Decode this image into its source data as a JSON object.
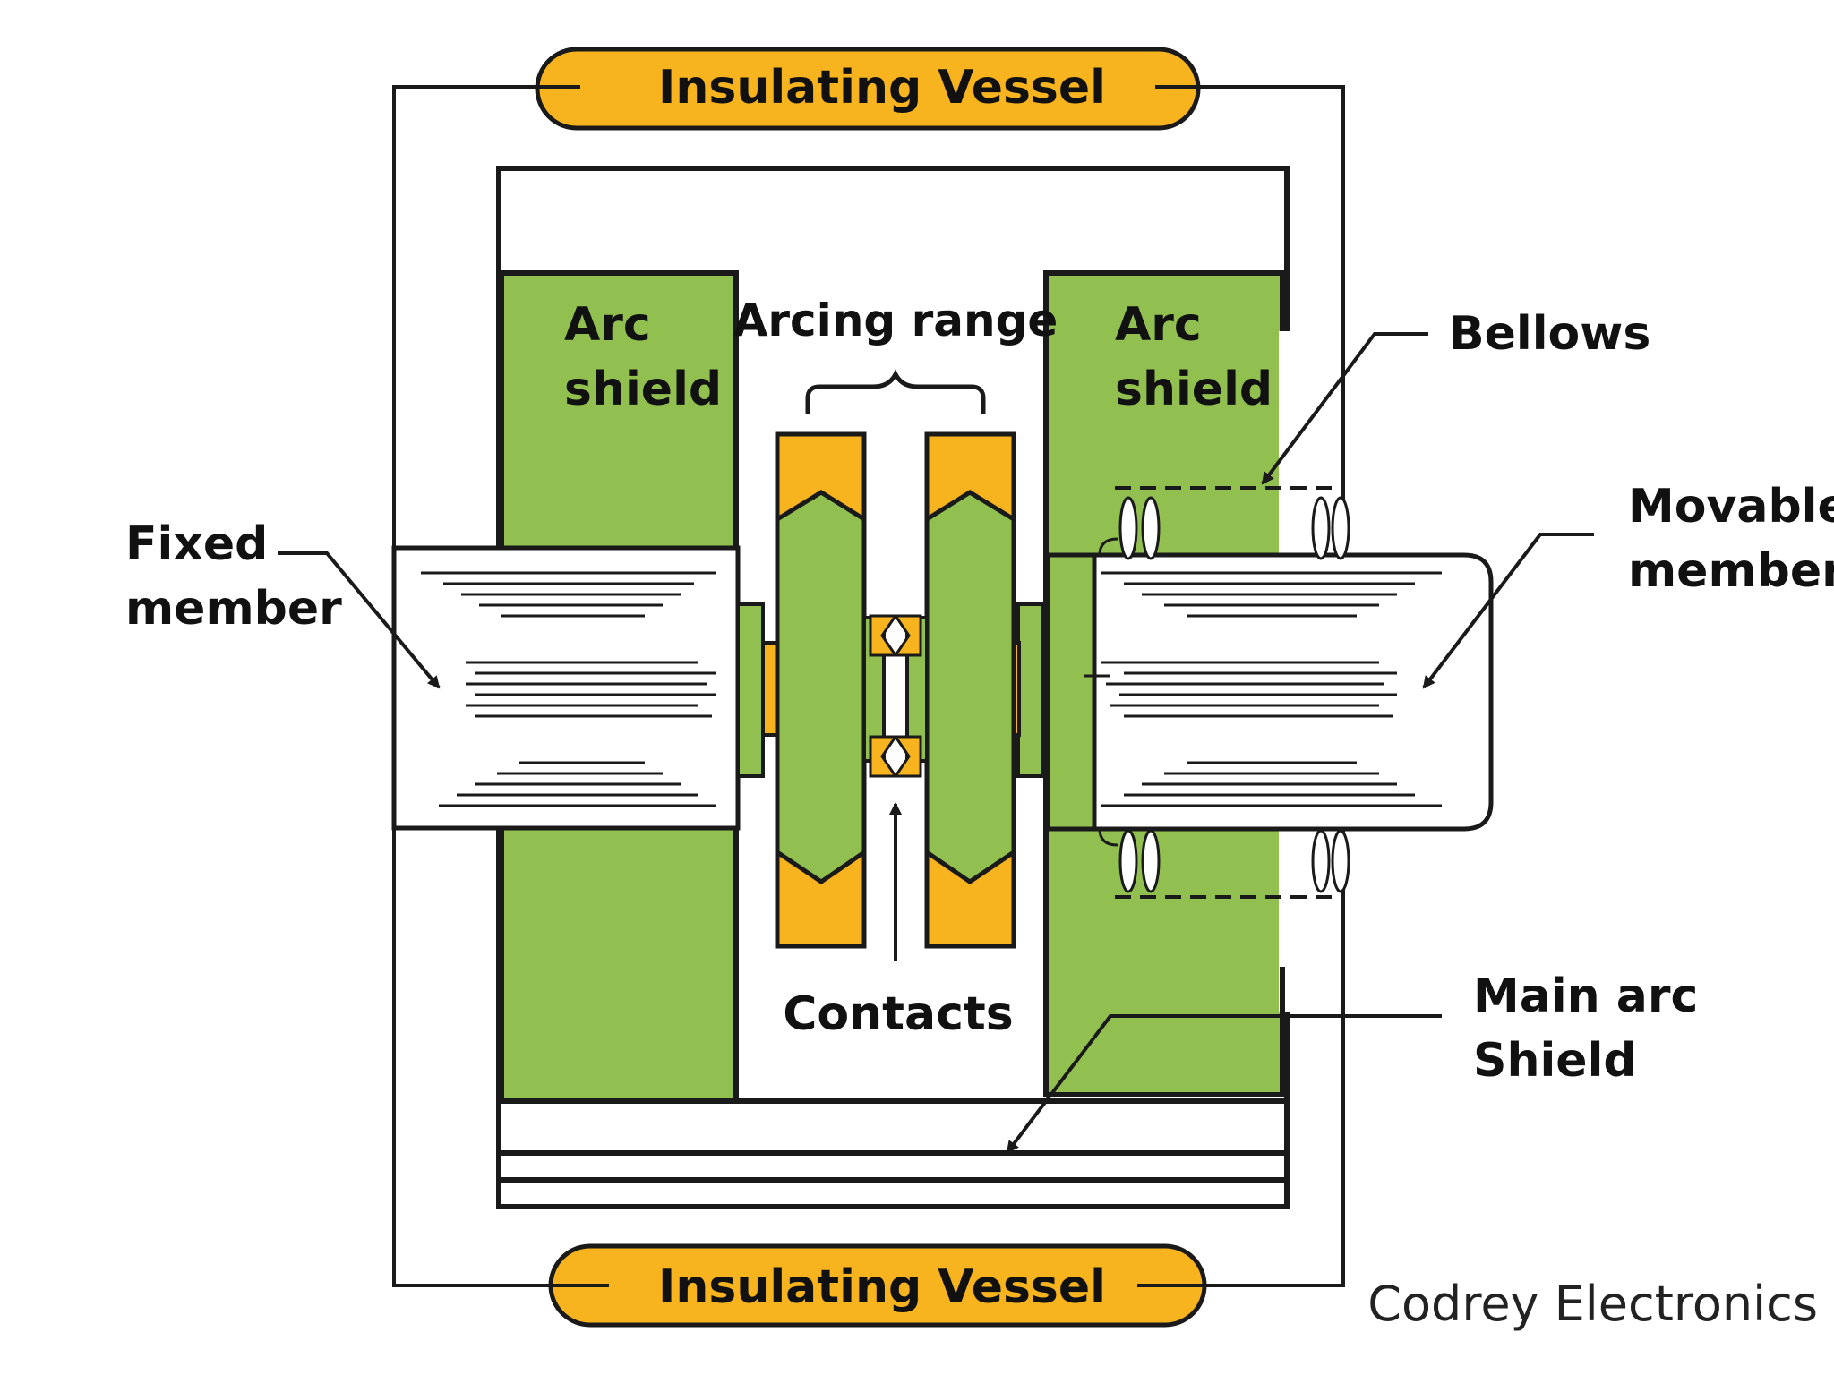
{
  "labels": {
    "vessel_top": "Insulating Vessel",
    "vessel_bottom": "Insulating Vessel",
    "arc_shield_left": [
      "Arc",
      "shield"
    ],
    "arc_shield_right": [
      "Arc",
      "shield"
    ],
    "arcing_range": "Arcing range",
    "bellows": "Bellows",
    "fixed_member": [
      "Fixed",
      "member"
    ],
    "movable_member": [
      "Movable",
      "member"
    ],
    "contacts": "Contacts",
    "main_arc_shield": [
      "Main arc",
      "Shield"
    ],
    "credit": "Codrey Electronics"
  },
  "colors": {
    "shield_green": "#92c050",
    "vessel_orange": "#f8b41e",
    "contact_orange": "#f8b41e",
    "outline": "#1a1a1a"
  }
}
